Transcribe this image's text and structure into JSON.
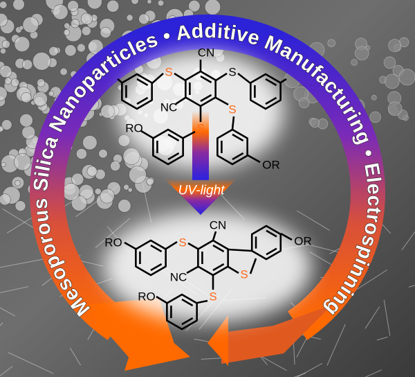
{
  "ring_labels": {
    "part1": "Mesoporous Silica Nanoparticles",
    "sep1": " • ",
    "part2": "Additive Manufacturing",
    "sep2": " • ",
    "part3": "Electrospinning"
  },
  "arrow_label": "UV-light",
  "colors": {
    "orange": "#ff6a00",
    "purple": "#6a2bc8",
    "blue": "#2a22d6",
    "sulfur_highlight": "#ff6a1a"
  },
  "reactant": {
    "labels": {
      "cn": "CN",
      "nc": "NC",
      "s_top_left": "S",
      "s_top_right": "S",
      "s_bottom_left": "S",
      "s_bottom_right": "S",
      "ro": "RO",
      "or": "OR"
    }
  },
  "product": {
    "labels": {
      "cn": "CN",
      "nc": "NC",
      "s_left": "S",
      "s_thiophene": "S",
      "s_bottom": "S",
      "ro_left": "RO",
      "ro_bottom": "RO",
      "or_right": "OR"
    }
  }
}
